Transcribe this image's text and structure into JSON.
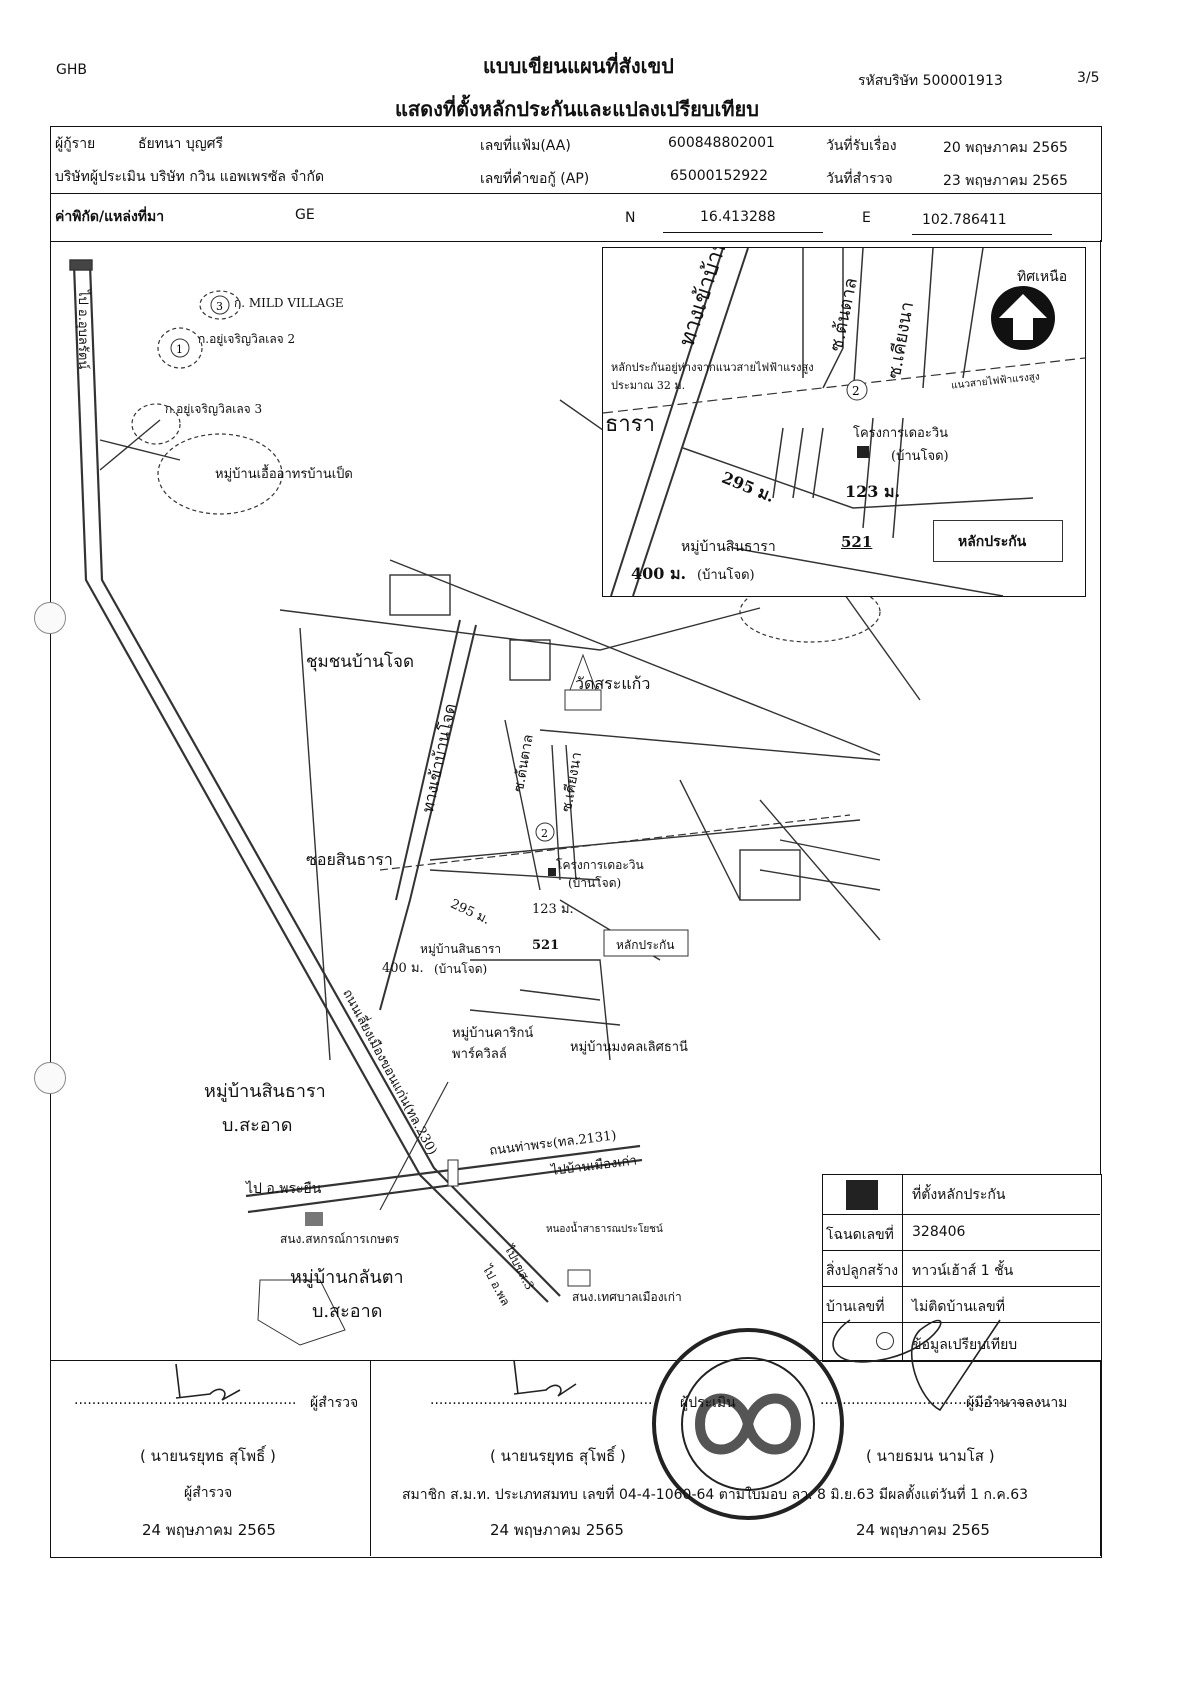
{
  "header": {
    "brand": "GHB",
    "title_line1": "แบบเขียนแผนที่สังเขป",
    "title_line2": "แสดงที่ตั้งหลักประกันและแปลงเปรียบเทียบ",
    "company_code_label": "รหัสบริษัท",
    "company_code": "500001913",
    "page": "3/5"
  },
  "info": {
    "borrower_label": "ผู้กู้ราย",
    "borrower": "ธัยทนา บุญศรี",
    "file_no_label": "เลขที่แฟ้ม(AA)",
    "file_no": "600848802001",
    "received_label": "วันที่รับเรื่อง",
    "received_date": "20 พฤษภาคม 2565",
    "appraiser_label": "บริษัทผู้ประเมิน",
    "appraiser": "บริษัท กวิน แอพเพรซัล จำกัด",
    "request_no_label": "เลขที่คำขอกู้ (AP)",
    "request_no": "65000152922",
    "survey_label": "วันที่สำรวจ",
    "survey_date": "23 พฤษภาคม 2565",
    "coord_label": "ค่าพิกัด/แหล่งที่มา",
    "coord_source": "GE",
    "n_label": "N",
    "n_value": "16.413288",
    "e_label": "E",
    "e_value": "102.786411"
  },
  "map": {
    "to_ubolratana": "ไป อ.อุบลรัตน์",
    "mild_village": "ก. MILD VILLAGE",
    "yuchareon2": "ก.อยู่เจริญวิลเลจ 2",
    "yuchareon3": "ก.อยู่เจริญวิลเลจ 3",
    "ban_ped": "หมู่บ้านเอื้ออาทรบ้านเป็ด",
    "community": "ชุมชนบ้านโจด",
    "wat": "วัดสระแก้ว",
    "road_banjod": "ทางเข้าบ้านโจด",
    "soi_tontan": "ซ.ต้นตาล",
    "soi_kiangna": "ซ.เคียงนา",
    "soi_sinthara": "ซอยสินธารา",
    "project": "โครงการเดอะวิน",
    "project_sub": "(บ้านโจด)",
    "dist_295": "295 ม.",
    "dist_123": "123 ม.",
    "dist_400": "400 ม.",
    "num_521": "521",
    "sinthara_village": "หมู่บ้านสินธารา",
    "sinthara_sub": "(บ้านโจด)",
    "collateral_label": "หลักประกัน",
    "highway_230": "ถนนเลี่ยงเมืองขอนแก่น(ทล.230)",
    "highway_2131": "ถนนท่าพระ(ทล.2131)",
    "to_muang_kao": "ไปบ้านเมืองเก่า",
    "to_phrayuen": "ไป อ.พระยืน",
    "to_pho": "ไป อ.พล",
    "hw3": "ไปบขส.3",
    "karin_park": "หมู่บ้านคาริกน์พาร์ควิลล์",
    "mongkol": "หมู่บ้านมงคลเลิศธานี",
    "sinthara_big": "หมู่บ้านสินธารา",
    "sa_at": "บ.สะอาด",
    "kalanta": "หมู่บ้านกลันตา",
    "sa_at2": "บ.สะอาด",
    "coop": "สนง.สหกรณ์การเกษตร",
    "muni": "สนง.เทศบาลเมืองเก่า",
    "pond": "หนองน้ำสาธารณประโยชน์",
    "inset_north": "ทิศเหนือ",
    "inset_sinthara": "ธารา",
    "inset_note": "หลักประกันอยู่ห่างจากแนวสายไฟฟ้าแรงสูง",
    "inset_note2": "ประมาณ 32 ม.",
    "powerline": "แนวสายไฟฟ้าแรงสูง"
  },
  "legend": {
    "location_label": "ที่ตั้งหลักประกัน",
    "deed_label": "โฉนดเลขที่",
    "deed_no": "328406",
    "building_label": "สิ่งปลูกสร้าง",
    "building": "ทาวน์เฮ้าส์ 1 ชั้น",
    "house_label": "บ้านเลขที่",
    "house_no": "ไม่ติดบ้านเลขที่",
    "compare_label": "ข้อมูลเปรียบเทียบ"
  },
  "signatures": {
    "surveyor_dots": "..................................................",
    "surveyor_role": "ผู้สำรวจ",
    "surveyor_name": "( นายนรยุทธ สุโพธิ์ )",
    "surveyor_title": "ผู้สำรวจ",
    "surveyor_date": "24 พฤษภาคม 2565",
    "appraiser_dots": "..................................................",
    "appraiser_role": "ผู้ประเมิน",
    "appraiser_name": "( นายนรยุทธ สุโพธิ์ )",
    "member_line": "สมาชิก ส.ม.ท. ประเภทสมทบ เลขที่ 04-4-1060-64 ตามใบมอบ ลว. 8 มิ.ย.63 มีผลตั้งแต่วันที่ 1 ก.ค.63",
    "appraiser_date": "24 พฤษภาคม 2565",
    "authority_dots": "..................................................",
    "authority_role": "ผู้มีอำนาจลงนาม",
    "authority_name": "( นายธมน นามโส )",
    "authority_date": "24 พฤษภาคม 2565"
  }
}
